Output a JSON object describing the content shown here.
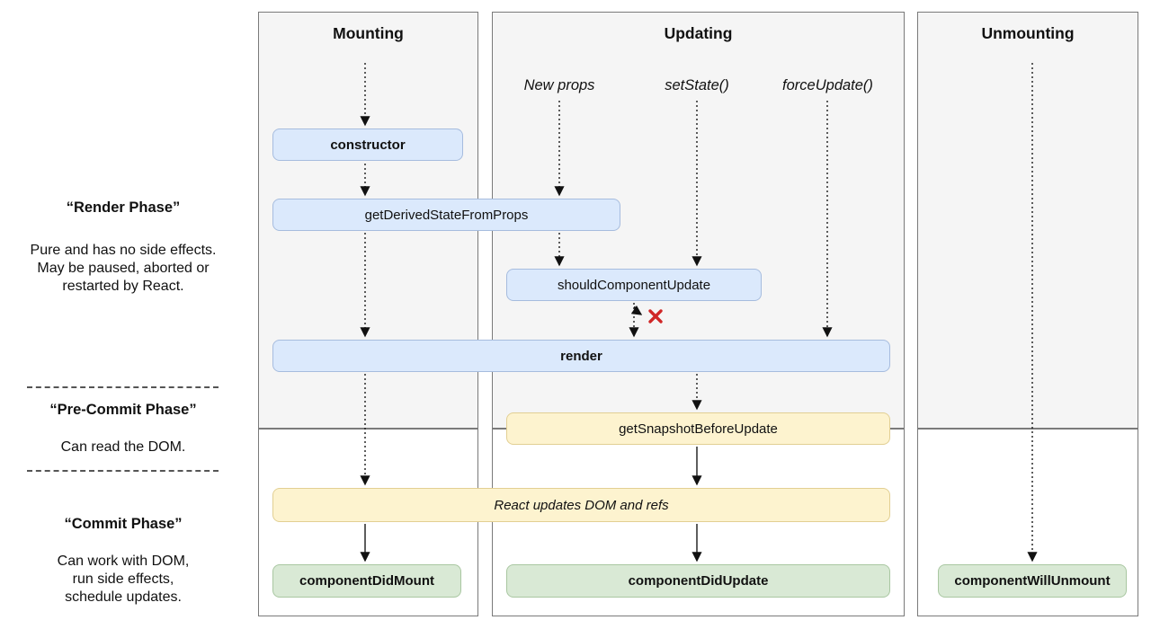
{
  "columns": {
    "mounting": {
      "title": "Mounting"
    },
    "updating": {
      "title": "Updating",
      "triggers": [
        "New props",
        "setState()",
        "forceUpdate()"
      ]
    },
    "unmounting": {
      "title": "Unmounting"
    }
  },
  "phases": {
    "render": {
      "title": "“Render Phase”",
      "lines": [
        "Pure and has no side effects.",
        "May be paused, aborted or",
        "restarted by React."
      ]
    },
    "pre_commit": {
      "title": "“Pre-Commit Phase”",
      "lines": [
        "Can read the DOM."
      ]
    },
    "commit": {
      "title": "“Commit Phase”",
      "lines": [
        "Can work with DOM,",
        "run side effects,",
        "schedule updates."
      ]
    }
  },
  "nodes": {
    "constructor": {
      "label": "constructor"
    },
    "get_derived_state_from_props": {
      "label": "getDerivedStateFromProps"
    },
    "should_component_update": {
      "label": "shouldComponentUpdate"
    },
    "render": {
      "label": "render"
    },
    "get_snapshot_before_update": {
      "label": "getSnapshotBeforeUpdate"
    },
    "react_updates_dom": {
      "label": "React updates DOM and refs"
    },
    "component_did_mount": {
      "label": "componentDidMount"
    },
    "component_did_update": {
      "label": "componentDidUpdate"
    },
    "component_will_unmount": {
      "label": "componentWillUnmount"
    }
  },
  "colors": {
    "lifecycle_method_fill": "#dbe9fc",
    "lifecycle_method_border": "#a6bcde",
    "dom_effect_fill": "#fdf3cf",
    "dom_effect_border": "#e2cf93",
    "commit_method_fill": "#d9e9d5",
    "commit_method_border": "#a9c7a1",
    "panel_top_fill": "#f5f5f5",
    "panel_border": "#7a7a7a",
    "blocked_x": "#d02626"
  }
}
